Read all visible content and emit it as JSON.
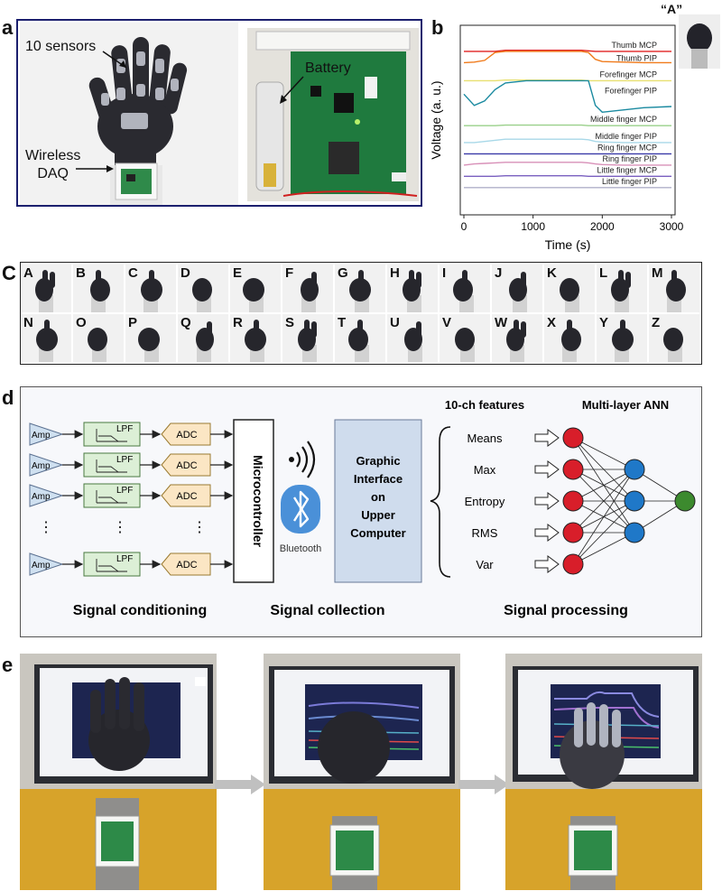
{
  "panel_a": {
    "letter": "a",
    "sensors_label": "10 sensors",
    "daq_label_line1": "Wireless",
    "daq_label_line2": "DAQ",
    "battery_label": "Battery"
  },
  "panel_b": {
    "letter": "b",
    "inset_label": "“A”",
    "chart_data": {
      "type": "line",
      "xlabel": "Time (s)",
      "ylabel": "Voltage (a. u.)",
      "xlim": [
        0,
        3000
      ],
      "x_ticks": [
        "0",
        "1000",
        "2000",
        "3000"
      ],
      "x": [
        0,
        150,
        300,
        450,
        600,
        900,
        1200,
        1500,
        1700,
        1800,
        1900,
        2000,
        2300,
        2600,
        3000
      ],
      "series": [
        {
          "name": "Thumb MCP",
          "color": "#e02020",
          "offset": 0.0,
          "values": [
            0,
            0,
            0,
            0,
            0.1,
            0.1,
            0.1,
            0.1,
            0.1,
            0.05,
            0,
            0,
            0,
            0,
            0
          ]
        },
        {
          "name": "Thumb PIP",
          "color": "#f07a1a",
          "offset": 1.0,
          "values": [
            0,
            0.05,
            0.2,
            0.9,
            1.0,
            1.0,
            1.0,
            1.0,
            1.0,
            0.9,
            0.3,
            0.1,
            0.05,
            0,
            0
          ]
        },
        {
          "name": "Forefinger MCP",
          "color": "#e8e070",
          "offset": 2.6,
          "values": [
            0,
            0,
            0,
            0,
            0.05,
            0.05,
            0.05,
            0.05,
            0.05,
            0,
            0,
            0,
            0,
            0,
            0
          ]
        },
        {
          "name": "Forefinger PIP",
          "color": "#1a8aa0",
          "offset": 3.6,
          "values": [
            -0.2,
            -1.2,
            -0.8,
            0.2,
            0.8,
            1.0,
            1.0,
            1.0,
            1.0,
            1.0,
            -1.2,
            -1.8,
            -1.6,
            -1.4,
            -1.3
          ]
        },
        {
          "name": "Middle finger MCP",
          "color": "#9ad08a",
          "offset": 6.6,
          "values": [
            0,
            0,
            0,
            0,
            0.05,
            0.05,
            0.05,
            0.05,
            0.05,
            0,
            0,
            0,
            0,
            0,
            0
          ]
        },
        {
          "name": "Middle finger PIP",
          "color": "#a8d8e8",
          "offset": 8.1,
          "values": [
            0,
            0,
            0.1,
            0.2,
            0.3,
            0.3,
            0.3,
            0.3,
            0.3,
            0.25,
            0.1,
            0.05,
            0,
            0,
            0
          ]
        },
        {
          "name": "Ring finger MCP",
          "color": "#3a3aa8",
          "offset": 9.1,
          "values": [
            0,
            0,
            0,
            0,
            0,
            0,
            0,
            0,
            0,
            0,
            0,
            0,
            0,
            0,
            0
          ]
        },
        {
          "name": "Ring finger PIP",
          "color": "#d890b8",
          "offset": 10.1,
          "values": [
            0,
            0.1,
            0.15,
            0.2,
            0.25,
            0.25,
            0.25,
            0.25,
            0.25,
            0.2,
            0.1,
            0.05,
            0,
            0,
            0
          ]
        },
        {
          "name": "Little finger MCP",
          "color": "#7a60c0",
          "offset": 11.1,
          "values": [
            0,
            0,
            0,
            0,
            0.05,
            0.05,
            0.05,
            0.05,
            0.05,
            0,
            0,
            0,
            0,
            0,
            0
          ]
        },
        {
          "name": "Little finger PIP",
          "color": "#b0b0c8",
          "offset": 12.1,
          "values": [
            0,
            0,
            0,
            0,
            0,
            0,
            0,
            0,
            0,
            0,
            0,
            0,
            0,
            0,
            0
          ]
        }
      ]
    }
  },
  "panel_c": {
    "letter": "C",
    "letters": [
      "A",
      "B",
      "C",
      "D",
      "E",
      "F",
      "G",
      "H",
      "I",
      "J",
      "K",
      "L",
      "M",
      "N",
      "O",
      "P",
      "Q",
      "R",
      "S",
      "T",
      "U",
      "V",
      "W",
      "X",
      "Y",
      "Z"
    ]
  },
  "panel_d": {
    "letter": "d",
    "amp": "Amp",
    "lpf": "LPF",
    "adc": "ADC",
    "ellipsis": "⋮",
    "microcontroller": "Microcontroller",
    "bluetooth": "Bluetooth",
    "gui_lines": [
      "Graphic",
      "Interface",
      "on",
      "Upper",
      "Computer"
    ],
    "features_title": "10-ch features",
    "ann_title": "Multi-layer ANN",
    "features": [
      "Means",
      "Max",
      "Entropy",
      "RMS",
      "Var"
    ],
    "section_conditioning": "Signal conditioning",
    "section_collection": "Signal collection",
    "section_processing": "Signal processing",
    "colors": {
      "input_node": "#d81e2a",
      "hidden_node": "#1f78c8",
      "output_node": "#3c8a2e",
      "lpf_fill": "#dcefd6",
      "adc_fill": "#fbe6c4",
      "amp_fill": "#cfe0f0",
      "gui_fill": "#cfdced",
      "bt_blue": "#4a90d8"
    }
  },
  "panel_e": {
    "letter": "e"
  }
}
